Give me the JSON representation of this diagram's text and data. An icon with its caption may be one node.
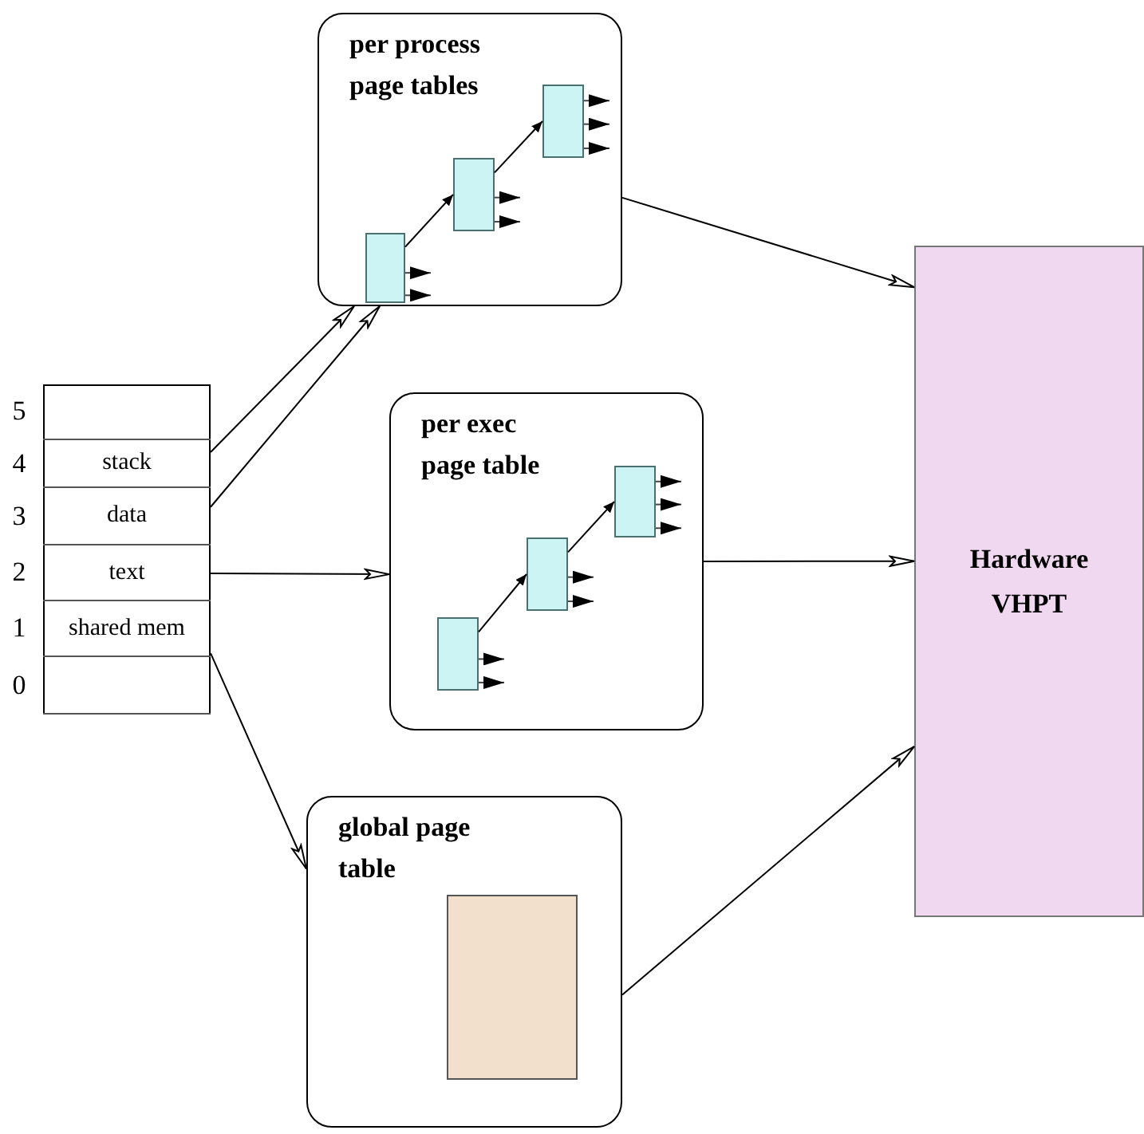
{
  "diagram": {
    "nodes": [
      {
        "text": [],
        "shape": "box"
      },
      {
        "text": [],
        "shape": "box",
        "in": 0,
        "beside": [
          "5"
        ]
      },
      {
        "text": [
          "stack"
        ],
        "in": 0,
        "beside": [
          "4"
        ]
      },
      {
        "text": [
          "data"
        ],
        "in": 0,
        "beside": [
          "3"
        ]
      },
      {
        "text": [
          "text"
        ],
        "in": 0,
        "beside": [
          "2"
        ]
      },
      {
        "text": [
          "shared mem"
        ],
        "in": 0,
        "beside": [
          "1"
        ]
      },
      {
        "text": [],
        "shape": "box",
        "in": 0,
        "beside": [
          "0"
        ]
      },
      {
        "text": [
          "per process page tables"
        ]
      },
      {
        "text": [],
        "shape": "box",
        "in": 7
      },
      {
        "text": [],
        "shape": "box",
        "in": 7
      },
      {
        "text": [],
        "shape": "box",
        "in": 7
      },
      {
        "text": [
          "per exec page table"
        ]
      },
      {
        "text": [],
        "shape": "box",
        "in": 11
      },
      {
        "text": [],
        "shape": "box",
        "in": 11
      },
      {
        "text": [],
        "shape": "box",
        "in": 11
      },
      {
        "text": [
          "global page table"
        ]
      },
      {
        "text": [],
        "shape": "box",
        "in": 15
      },
      {
        "text": [
          "Hardware VHPT"
        ]
      }
    ],
    "edges": [
      {
        "from": 2,
        "to": 7,
        "arrow": "to"
      },
      {
        "from": 3,
        "to": 7,
        "arrow": "to"
      },
      {
        "from": 4,
        "to": 11,
        "arrow": "to"
      },
      {
        "from": 5,
        "to": 15,
        "arrow": "to"
      },
      {
        "from": 7,
        "to": 17,
        "arrow": "to"
      },
      {
        "from": 11,
        "to": 17,
        "arrow": "to"
      },
      {
        "from": 15,
        "to": 17,
        "arrow": "to"
      },
      {
        "from": 8,
        "to": 9,
        "arrow": "to"
      },
      {
        "from": 9,
        "to": 10,
        "arrow": "to"
      },
      {
        "from": 12,
        "to": 13,
        "arrow": "to"
      },
      {
        "from": 13,
        "to": 14,
        "arrow": "to"
      },
      {
        "from": 8,
        "to": null,
        "arrow": "to"
      },
      {
        "from": 8,
        "to": null,
        "arrow": "to"
      },
      {
        "from": 9,
        "to": null,
        "arrow": "to"
      },
      {
        "from": 9,
        "to": null,
        "arrow": "to"
      },
      {
        "from": 10,
        "to": null,
        "arrow": "to"
      },
      {
        "from": 10,
        "to": null,
        "arrow": "to"
      },
      {
        "from": 10,
        "to": null,
        "arrow": "to"
      },
      {
        "from": 12,
        "to": null,
        "arrow": "to"
      },
      {
        "from": 12,
        "to": null,
        "arrow": "to"
      },
      {
        "from": 13,
        "to": null,
        "arrow": "to"
      },
      {
        "from": 13,
        "to": null,
        "arrow": "to"
      },
      {
        "from": 14,
        "to": null,
        "arrow": "to"
      },
      {
        "from": 14,
        "to": null,
        "arrow": "to"
      },
      {
        "from": 14,
        "to": null,
        "arrow": "to"
      }
    ]
  }
}
